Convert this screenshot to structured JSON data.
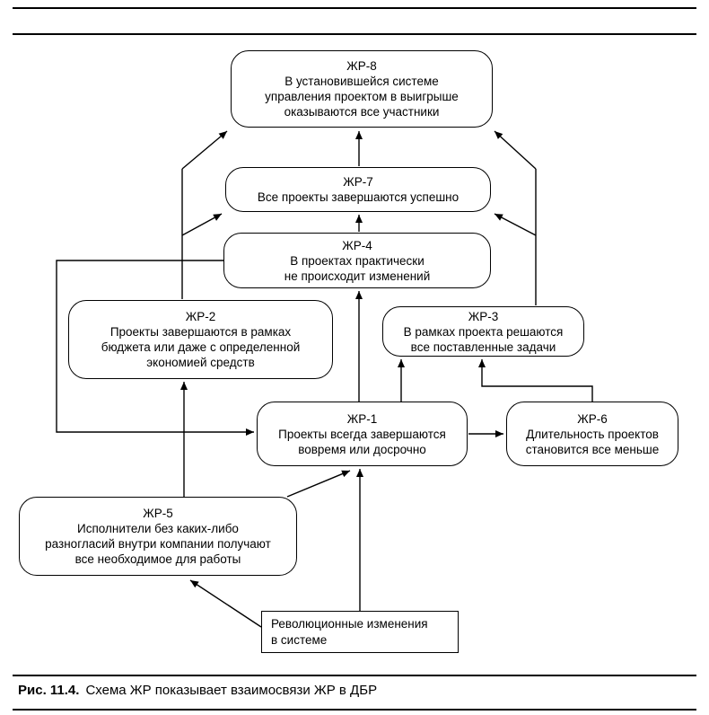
{
  "figure": {
    "caption_label": "Рис. 11.4.",
    "caption_text": "Схема ЖР показывает взаимосвязи ЖР в ДБР"
  },
  "diagram": {
    "nodes": {
      "zr8": {
        "title": "ЖР-8",
        "body": "В установившейся системе\nуправления проектом в выигрыше\nоказываются все участники"
      },
      "zr7": {
        "title": "ЖР-7",
        "body": "Все проекты завершаются успешно"
      },
      "zr4": {
        "title": "ЖР-4",
        "body": "В проектах практически\nне происходит изменений"
      },
      "zr2": {
        "title": "ЖР-2",
        "body": "Проекты завершаются в рамках\nбюджета или даже с определенной\nэкономией средств"
      },
      "zr3": {
        "title": "ЖР-3",
        "body": "В рамках проекта решаются\nвсе поставленные задачи"
      },
      "zr1": {
        "title": "ЖР-1",
        "body": "Проекты всегда завершаются\nвовремя или досрочно"
      },
      "zr6": {
        "title": "ЖР-6",
        "body": "Длительность проектов\nстановится все меньше"
      },
      "zr5": {
        "title": "ЖР-5",
        "body": "Исполнители без каких-либо\nразногласий внутри компании получают\nвсе необходимое для работы"
      },
      "source": {
        "body": "Революционные изменения\nв системе"
      }
    },
    "edges": [
      {
        "from": "ЖР-7",
        "to": "ЖР-8"
      },
      {
        "from": "ЖР-2",
        "to": "ЖР-8"
      },
      {
        "from": "ЖР-2",
        "to": "ЖР-7"
      },
      {
        "from": "ЖР-3",
        "to": "ЖР-8"
      },
      {
        "from": "ЖР-3",
        "to": "ЖР-7"
      },
      {
        "from": "ЖР-4",
        "to": "ЖР-7"
      },
      {
        "from": "ЖР-1",
        "to": "ЖР-4"
      },
      {
        "from": "ЖР-4",
        "to": "ЖР-1"
      },
      {
        "from": "ЖР-1",
        "to": "ЖР-3"
      },
      {
        "from": "ЖР-6",
        "to": "ЖР-3"
      },
      {
        "from": "ЖР-1",
        "to": "ЖР-6"
      },
      {
        "from": "ЖР-5",
        "to": "ЖР-2"
      },
      {
        "from": "ЖР-5",
        "to": "ЖР-1"
      },
      {
        "from": "Революционные изменения в системе",
        "to": "ЖР-1"
      },
      {
        "from": "Революционные изменения в системе",
        "to": "ЖР-5"
      }
    ]
  }
}
